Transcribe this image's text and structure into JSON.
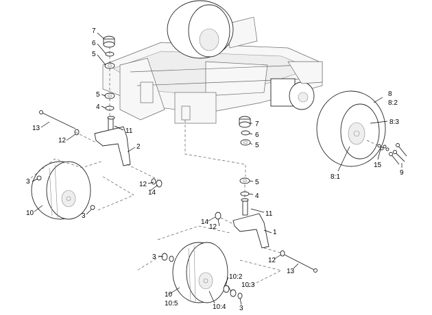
{
  "callouts": [
    {
      "id": "c7a",
      "text": "7"
    },
    {
      "id": "c6a",
      "text": "6"
    },
    {
      "id": "c5a",
      "text": "5"
    },
    {
      "id": "c5b",
      "text": "5"
    },
    {
      "id": "c4a",
      "text": "4"
    },
    {
      "id": "c13a",
      "text": "13"
    },
    {
      "id": "c12a",
      "text": "12"
    },
    {
      "id": "c11a",
      "text": "11"
    },
    {
      "id": "c2",
      "text": "2"
    },
    {
      "id": "c3a",
      "text": "3"
    },
    {
      "id": "c10a",
      "text": "10"
    },
    {
      "id": "c3b",
      "text": "3"
    },
    {
      "id": "c12b",
      "text": "12"
    },
    {
      "id": "c14a",
      "text": "14"
    },
    {
      "id": "c7b",
      "text": "7"
    },
    {
      "id": "c6b",
      "text": "6"
    },
    {
      "id": "c5c",
      "text": "5"
    },
    {
      "id": "c8",
      "text": "8"
    },
    {
      "id": "c8_2",
      "text": "8:2"
    },
    {
      "id": "c8_3",
      "text": "8:3"
    },
    {
      "id": "c8_1",
      "text": "8:1"
    },
    {
      "id": "c15",
      "text": "15"
    },
    {
      "id": "c9",
      "text": "9"
    },
    {
      "id": "c5d",
      "text": "5"
    },
    {
      "id": "c4b",
      "text": "4"
    },
    {
      "id": "c11b",
      "text": "11"
    },
    {
      "id": "c14b",
      "text": "14"
    },
    {
      "id": "c12c",
      "text": "12"
    },
    {
      "id": "c1",
      "text": "1"
    },
    {
      "id": "c3c",
      "text": "3"
    },
    {
      "id": "c12d",
      "text": "12"
    },
    {
      "id": "c13b",
      "text": "13"
    },
    {
      "id": "c10b",
      "text": "10"
    },
    {
      "id": "c10_5",
      "text": "10:5"
    },
    {
      "id": "c10_2",
      "text": "10:2"
    },
    {
      "id": "c10_3",
      "text": "10:3"
    },
    {
      "id": "c10_4",
      "text": "10:4"
    },
    {
      "id": "c3d",
      "text": "3"
    }
  ]
}
